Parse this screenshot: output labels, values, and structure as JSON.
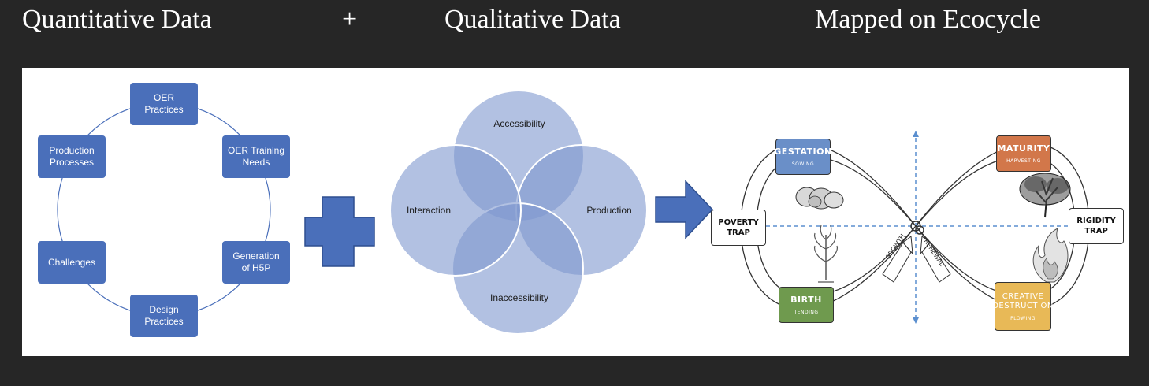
{
  "headers": {
    "quantitative": "Quantitative Data",
    "plus": "+",
    "qualitative": "Qualitative Data",
    "ecocycle": "Mapped on Ecocycle"
  },
  "cycle_diagram": {
    "nodes": [
      "OER\nPractices",
      "OER Training\nNeeds",
      "Generation\nof H5P",
      "Design\nPractices",
      "Challenges",
      "Production\nProcesses"
    ]
  },
  "venn_diagram": {
    "sets": [
      "Accessibility",
      "Production",
      "Inaccessibility",
      "Interaction"
    ]
  },
  "ecocycle": {
    "gestation": {
      "title": "GESTATION",
      "sub": "SOWING"
    },
    "maturity": {
      "title": "MATURITY",
      "sub": "HARVESTING"
    },
    "birth": {
      "title": "BIRTH",
      "sub": "TENDING"
    },
    "creative_destruction": {
      "title": "CREATIVE\nDESTRUCTION",
      "sub": "PLOWING"
    },
    "poverty_trap": "POVERTY\nTRAP",
    "rigidity_trap": "RIGIDITY\nTRAP",
    "growth": "GROWTH",
    "renewal": "RENEWAL"
  },
  "colors": {
    "background": "#262626",
    "node_blue": "#4a6fba",
    "venn_fill": "#7e97cf",
    "gestation": "#6a8fc8",
    "maturity": "#d2774a",
    "birth": "#6f9a4e",
    "creative_destruction": "#e8b957"
  }
}
